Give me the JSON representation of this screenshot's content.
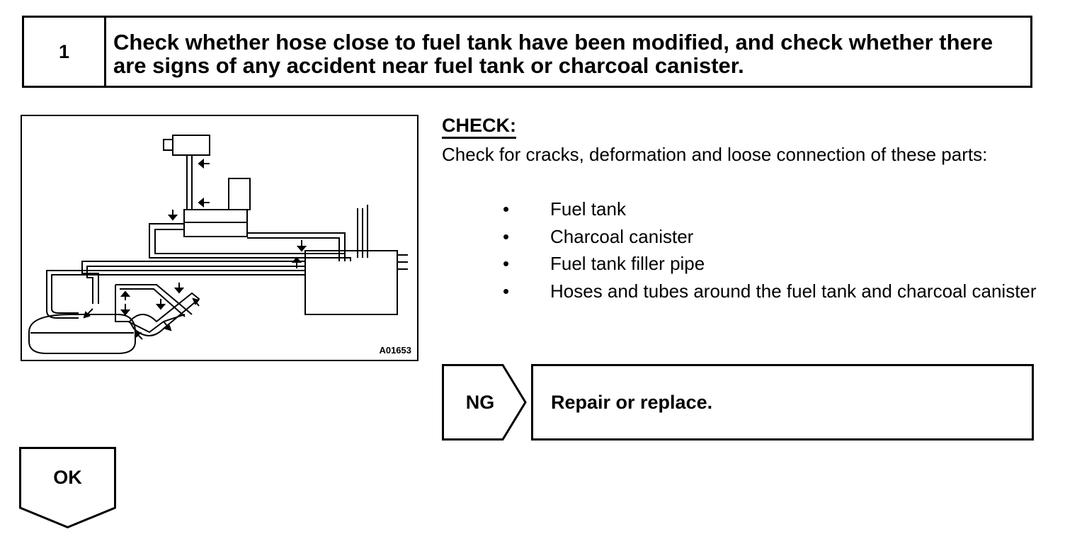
{
  "step": {
    "number": "1",
    "title": "Check whether hose close to fuel tank have been modified, and check whether there are signs of any accident near fuel tank or charcoal canister."
  },
  "figure": {
    "code": "A01653"
  },
  "check": {
    "heading": "CHECK:",
    "body": "Check for cracks, deformation and loose connection of these parts:",
    "parts": [
      "Fuel tank",
      "Charcoal canister",
      "Fuel tank filler pipe",
      "Hoses and tubes around the fuel tank and charcoal canister"
    ]
  },
  "ng": {
    "label": "NG",
    "action": "Repair or replace."
  },
  "ok": {
    "label": "OK"
  }
}
